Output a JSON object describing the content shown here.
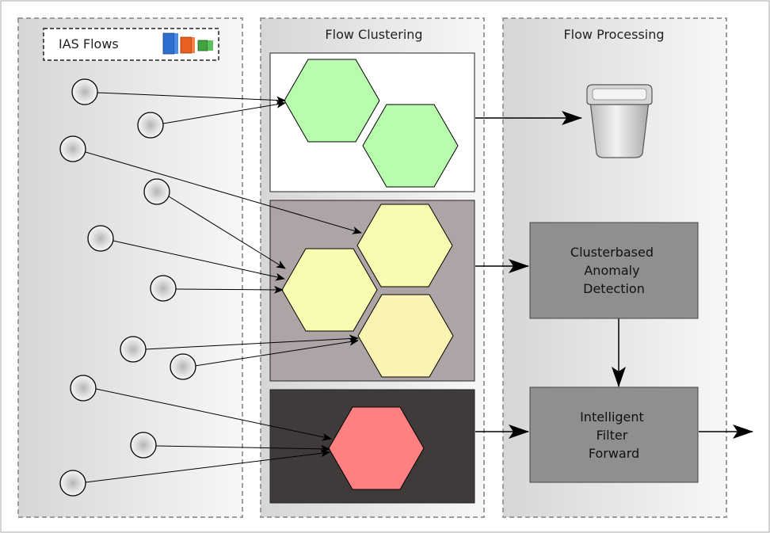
{
  "columns": {
    "flows": {
      "title": "IAS Flows"
    },
    "clustering": {
      "title": "Flow Clustering"
    },
    "processing": {
      "title": "Flow Processing"
    }
  },
  "colors": {
    "benign_cluster": "#b8fcae",
    "unknown_cluster_a": "#f8fcb0",
    "unknown_cluster_b": "#fbf3b2",
    "malicious_cluster": "#ff8080",
    "benign_panel": "#ffffff",
    "unknown_panel": "#ada5a5",
    "malicious_panel": "#403b3b",
    "process_box": "#8f8f8f"
  },
  "processing": {
    "anomaly_box": {
      "lines": [
        "Clusterbased",
        "Anomaly",
        "Detection"
      ]
    },
    "filter_box": {
      "lines": [
        "Intelligent",
        "Filter",
        "Forward"
      ]
    },
    "discard_icon": "trash-bin-icon"
  },
  "legend_icon": "bar-chart-icon"
}
